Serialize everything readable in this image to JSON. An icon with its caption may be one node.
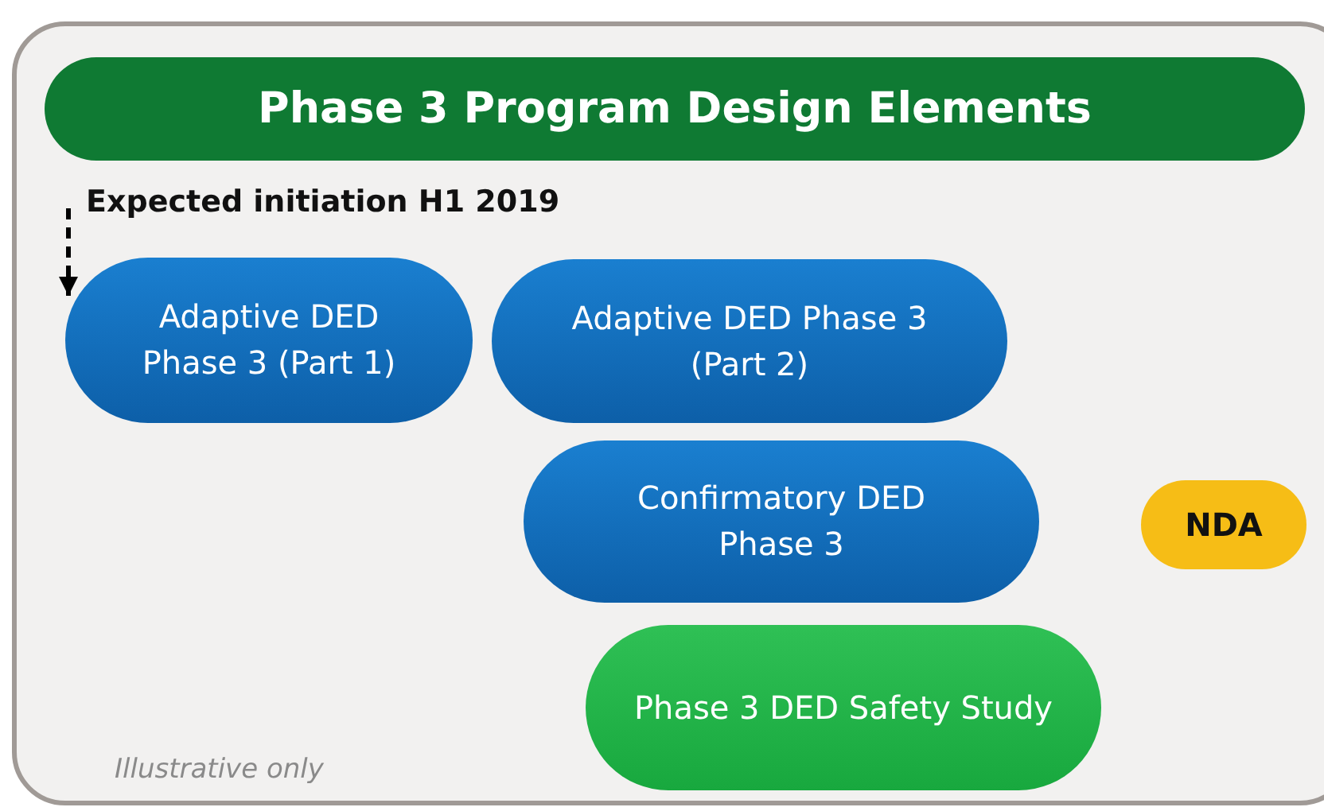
{
  "diagram": {
    "nodes": [
      {
        "text": [
          "Phase 3 Program Design Elements"
        ]
      },
      {
        "text": [
          "Adaptive DED Phase 3 (Part 1)"
        ]
      },
      {
        "text": [
          "Adaptive DED Phase 3 (Part 2)"
        ]
      },
      {
        "text": [
          "Confirmatory DED Phase 3"
        ]
      },
      {
        "text": [
          "NDA"
        ]
      },
      {
        "text": [
          "Phase 3 DED Safety Study"
        ]
      }
    ],
    "edges": [
      {
        "from": null,
        "to": 1,
        "arrow": "to",
        "style": "dashed"
      }
    ],
    "labels": [
      "Expected initiation H1 2019",
      "Illustrative only"
    ]
  }
}
